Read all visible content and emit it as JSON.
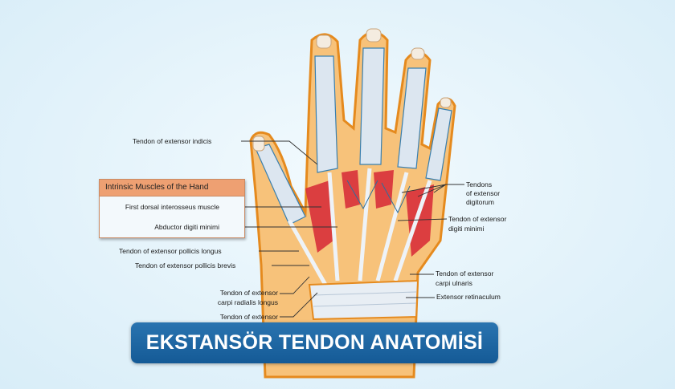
{
  "banner": {
    "title": "EKSTANSÖR TENDON ANATOMİSİ"
  },
  "box": {
    "header": "Intrinsic Muscles of the Hand",
    "items": [
      "First dorsal interosseus muscle",
      "Abductor digiti minimi"
    ]
  },
  "labels_left": {
    "indicis": "Tendon of extensor indicis",
    "pollicis_longus": "Tendon of extensor pollicis longus",
    "pollicis_brevis": "Tendon of extensor pollicis brevis",
    "carpi_radialis_1": "Tendon of extensor",
    "carpi_radialis_2": "carpi radialis longus",
    "extensor_bottom": "Tendon of extensor"
  },
  "labels_right": {
    "digitorum_1": "Tendons",
    "digitorum_2": "of extensor",
    "digitorum_3": "digitorum",
    "digiti_minimi_1": "Tendon of extensor",
    "digiti_minimi_2": "digiti minimi",
    "carpi_ulnaris_1": "Tendon of extensor",
    "carpi_ulnaris_2": "carpi ulnaris",
    "retinaculum": "Extensor retinaculum"
  },
  "colors": {
    "banner": "#1e64a0",
    "box_header": "#eea072",
    "muscle": "#d8303a",
    "bone": "#f0b030",
    "tendon": "#dfe8f2"
  }
}
